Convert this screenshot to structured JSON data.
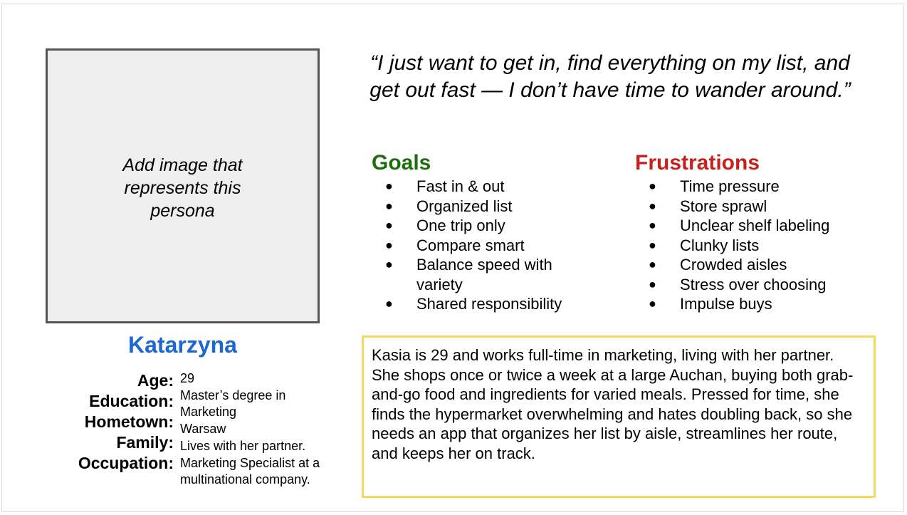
{
  "image_placeholder": "Add image that represents this persona",
  "persona": {
    "name": "Katarzyna",
    "details": [
      {
        "label": "Age:",
        "value": "29"
      },
      {
        "label": "Education:",
        "value": "Master’s degree in Marketing"
      },
      {
        "label": "Hometown:",
        "value": "Warsaw"
      },
      {
        "label": "Family:",
        "value": "Lives with her partner."
      },
      {
        "label": "Occupation:",
        "value": "Marketing Specialist at a multinational company."
      }
    ]
  },
  "quote": "“I just want to get in, find everything on my list, and get out fast — I don’t have time to wander around.”",
  "goals": {
    "title": "Goals",
    "color": "#1e6e0e",
    "items": [
      "Fast in & out",
      "Organized list",
      "One trip only",
      "Compare smart",
      "Balance speed with variety",
      "Shared responsibility"
    ]
  },
  "frustrations": {
    "title": "Frustrations",
    "color": "#c5221f",
    "items": [
      "Time pressure",
      "Store sprawl",
      "Unclear shelf labeling",
      "Clunky lists",
      "Crowded aisles",
      "Stress over choosing",
      "Impulse buys"
    ]
  },
  "bio": "Kasia is 29 and works full-time in marketing, living with her partner. She shops once or twice a week at a large Auchan, buying both grab-and-go food and ingredients for varied meals. Pressed for time, she finds the hypermarket overwhelming and hates doubling back, so she needs an app that organizes her list by aisle, streamlines her route, and keeps her on track.",
  "colors": {
    "name": "#1c67d1",
    "bio_border": "#f6d860",
    "image_bg": "#eeeeee"
  }
}
